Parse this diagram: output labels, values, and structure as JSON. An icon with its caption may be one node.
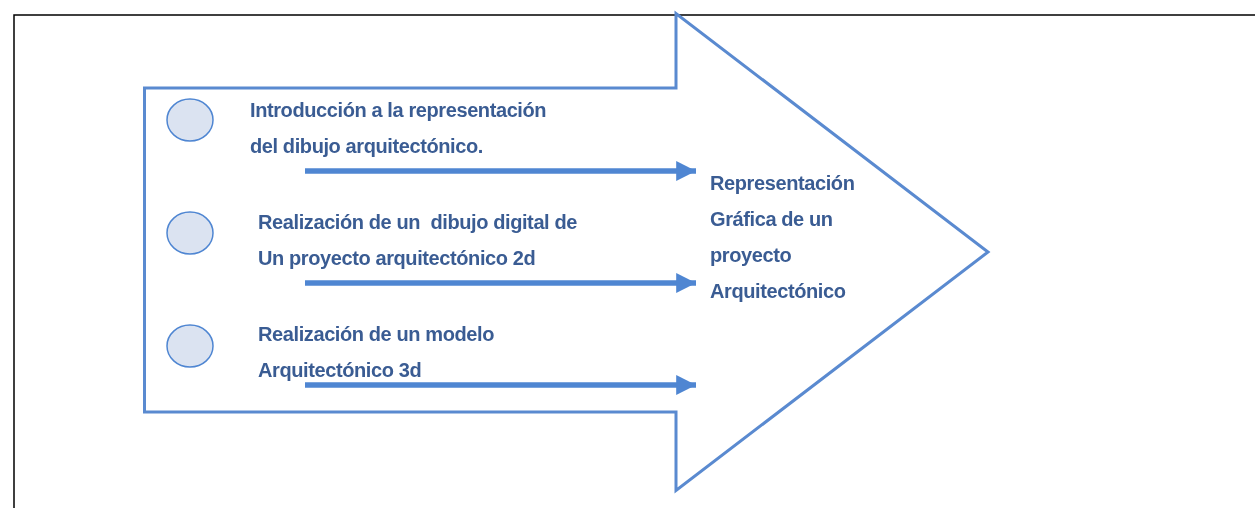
{
  "diagram": {
    "nodes": [
      {
        "text": [],
        "shape": "arrow"
      },
      {
        "text": [],
        "shape": "circle",
        "in": 0
      },
      {
        "text": [],
        "shape": "circle",
        "in": 0
      },
      {
        "text": [],
        "shape": "circle",
        "in": 0
      },
      {
        "text": [
          "Introducción a la representación del dibujo arquitectónico."
        ],
        "in": 0
      },
      {
        "text": [
          "Realización de un  dibujo digital de Un proyecto arquitectónico 2d"
        ],
        "in": 0
      },
      {
        "text": [
          "Realización de un modelo Arquitectónico 3d"
        ],
        "in": 0
      },
      {
        "text": [
          "Representación Gráfica de un proyecto Arquitectónico"
        ],
        "in": 0
      }
    ],
    "edges": [
      {
        "from": 4,
        "to": 7,
        "arrow": "to"
      },
      {
        "from": 5,
        "to": 7,
        "arrow": "to"
      },
      {
        "from": 6,
        "to": 7,
        "arrow": "to"
      }
    ]
  }
}
